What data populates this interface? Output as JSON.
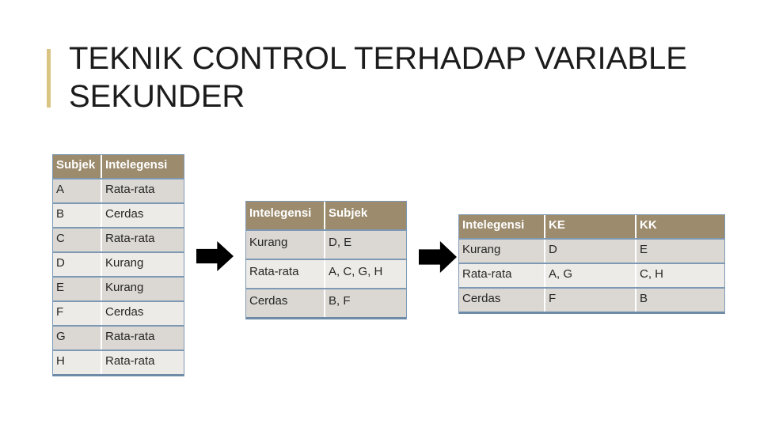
{
  "slide": {
    "title_line1": "TEKNIK CONTROL TERHADAP VARIABLE",
    "title_line2": "SEKUNDER"
  },
  "colors": {
    "accent_bar": "#d9c483",
    "title_color": "#1c1c1c",
    "header_fill": "#9c8b6d",
    "header_text": "#ffffff",
    "row_dark": "#dbd8d3",
    "row_light": "#edebe7",
    "border_blue": "#7e99b4",
    "border_blue_thick": "#6d8ba7",
    "body_text": "#262626",
    "arrow": "#000000"
  },
  "tables": {
    "subjects": {
      "headers": [
        "Subjek",
        "Intelegensi"
      ],
      "rows": [
        [
          "A",
          "Rata-rata"
        ],
        [
          "B",
          "Cerdas"
        ],
        [
          "C",
          "Rata-rata"
        ],
        [
          "D",
          "Kurang"
        ],
        [
          "E",
          "Kurang"
        ],
        [
          "F",
          "Cerdas"
        ],
        [
          "G",
          "Rata-rata"
        ],
        [
          "H",
          "Rata-rata"
        ]
      ]
    },
    "grouped": {
      "headers": [
        "Intelegensi",
        "Subjek"
      ],
      "rows": [
        [
          "Kurang",
          "D, E"
        ],
        [
          "Rata-rata",
          "A, C, G, H"
        ],
        [
          "Cerdas",
          "B, F"
        ]
      ]
    },
    "assigned": {
      "headers": [
        "Intelegensi",
        "KE",
        "KK"
      ],
      "rows": [
        [
          "Kurang",
          "D",
          "E"
        ],
        [
          "Rata-rata",
          "A, G",
          "C, H"
        ],
        [
          "Cerdas",
          "F",
          "B"
        ]
      ]
    }
  }
}
